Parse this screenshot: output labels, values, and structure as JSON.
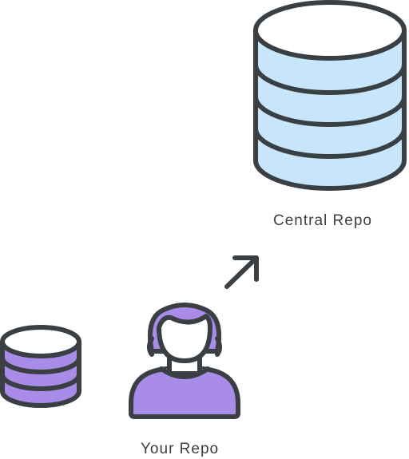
{
  "diagram": {
    "central_repo": {
      "label": "Central Repo",
      "icon": "database-icon",
      "fill_color": "#c7e6fb"
    },
    "your_repo": {
      "label": "Your Repo",
      "icon": "database-icon",
      "fill_color": "#a98ce8"
    },
    "user": {
      "icon": "user-avatar-icon",
      "fill_color": "#a98ce8"
    },
    "push_arrow": {
      "icon": "arrow-up-right-icon",
      "from": "your_repo",
      "to": "central_repo"
    },
    "stroke_color": "#3a3f44"
  }
}
